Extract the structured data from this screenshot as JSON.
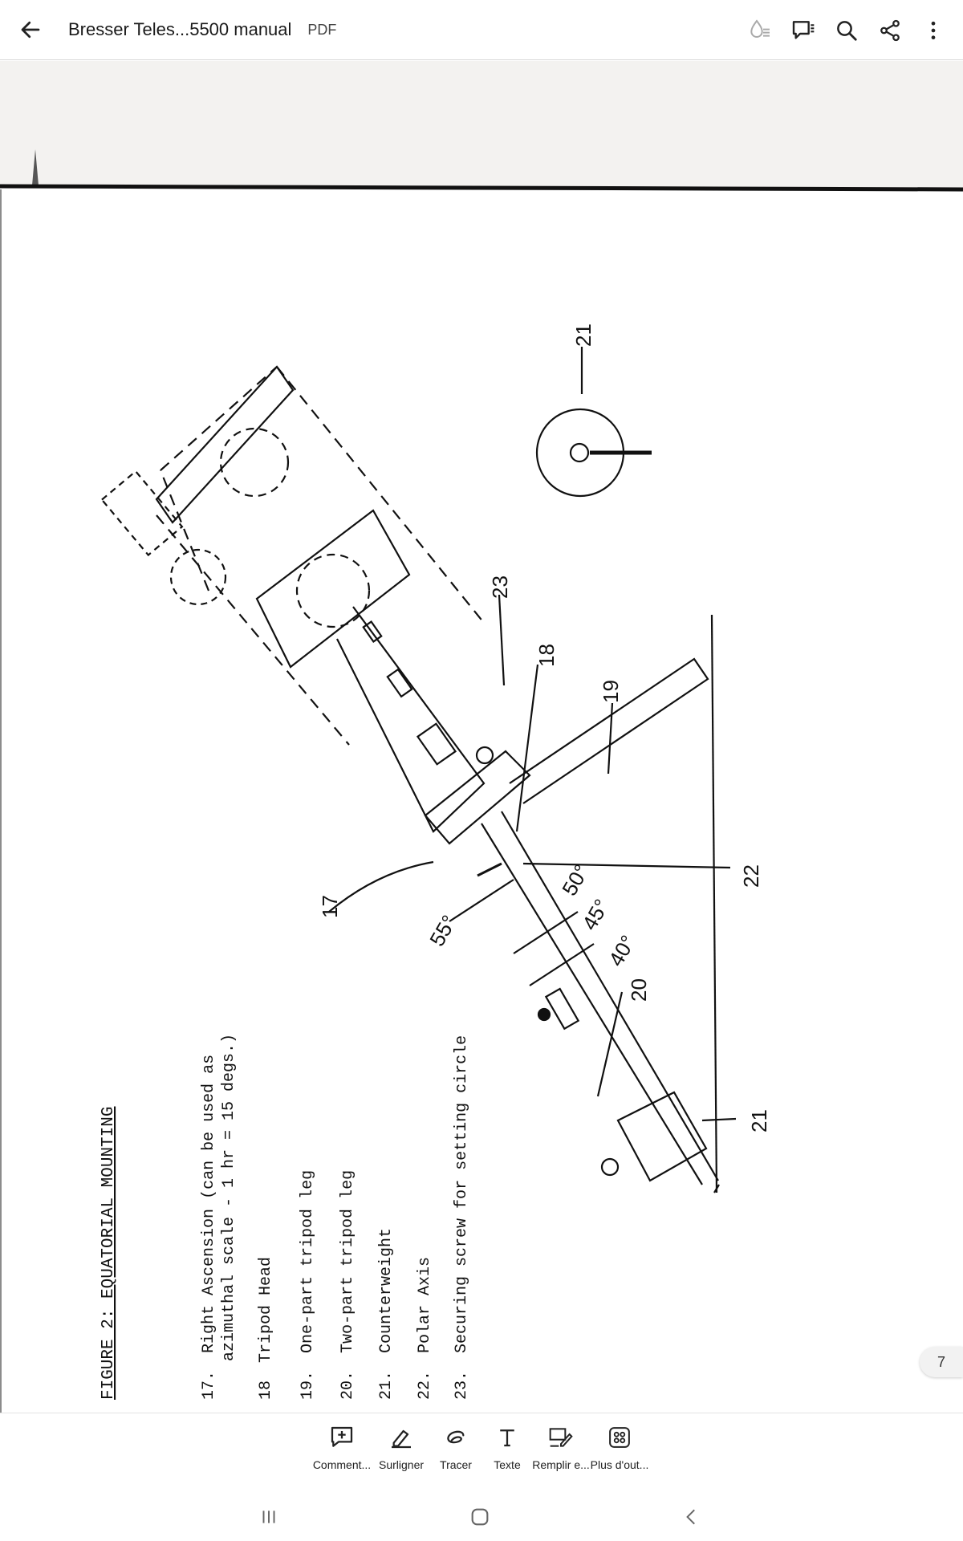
{
  "header": {
    "title": "Bresser Teles...5500 manual",
    "filetype": "PDF",
    "icons": [
      "back-arrow-icon",
      "read-aloud-icon",
      "comments-icon",
      "search-icon",
      "share-icon",
      "more-icon"
    ]
  },
  "document": {
    "figure_title": "FIGURE 2: EQUATORIAL MOUNTING",
    "legend": [
      {
        "num": "17.",
        "text": "Right Ascension (can be used as"
      },
      {
        "num": "",
        "text": "azimuthal scale - 1 hr = 15 degs.)"
      },
      {
        "num": "18",
        "text": "Tripod Head"
      },
      {
        "num": "19.",
        "text": "One-part tripod leg"
      },
      {
        "num": "20.",
        "text": "Two-part tripod leg"
      },
      {
        "num": "21.",
        "text": "Counterweight"
      },
      {
        "num": "22.",
        "text": "Polar Axis"
      },
      {
        "num": "23.",
        "text": "Securing screw for setting circle"
      }
    ],
    "callouts": {
      "c17": "17",
      "c18": "18",
      "c19": "19",
      "c20": "20",
      "c21a": "21",
      "c21b": "21",
      "c22": "22",
      "c23": "23",
      "a55": "55°",
      "a50": "50°",
      "a45": "45°",
      "a40": "40°"
    }
  },
  "page_number": "7",
  "toolbar": {
    "items": [
      {
        "label": "Comment...",
        "icon": "comment-add-icon"
      },
      {
        "label": "Surligner",
        "icon": "highlighter-icon"
      },
      {
        "label": "Tracer",
        "icon": "draw-icon"
      },
      {
        "label": "Texte",
        "icon": "text-icon"
      },
      {
        "label": "Remplir e...",
        "icon": "fill-sign-icon"
      },
      {
        "label": "Plus d'out...",
        "icon": "more-tools-icon"
      }
    ]
  },
  "navbar": {
    "icons": [
      "recent-apps-icon",
      "home-icon",
      "back-nav-icon"
    ]
  }
}
